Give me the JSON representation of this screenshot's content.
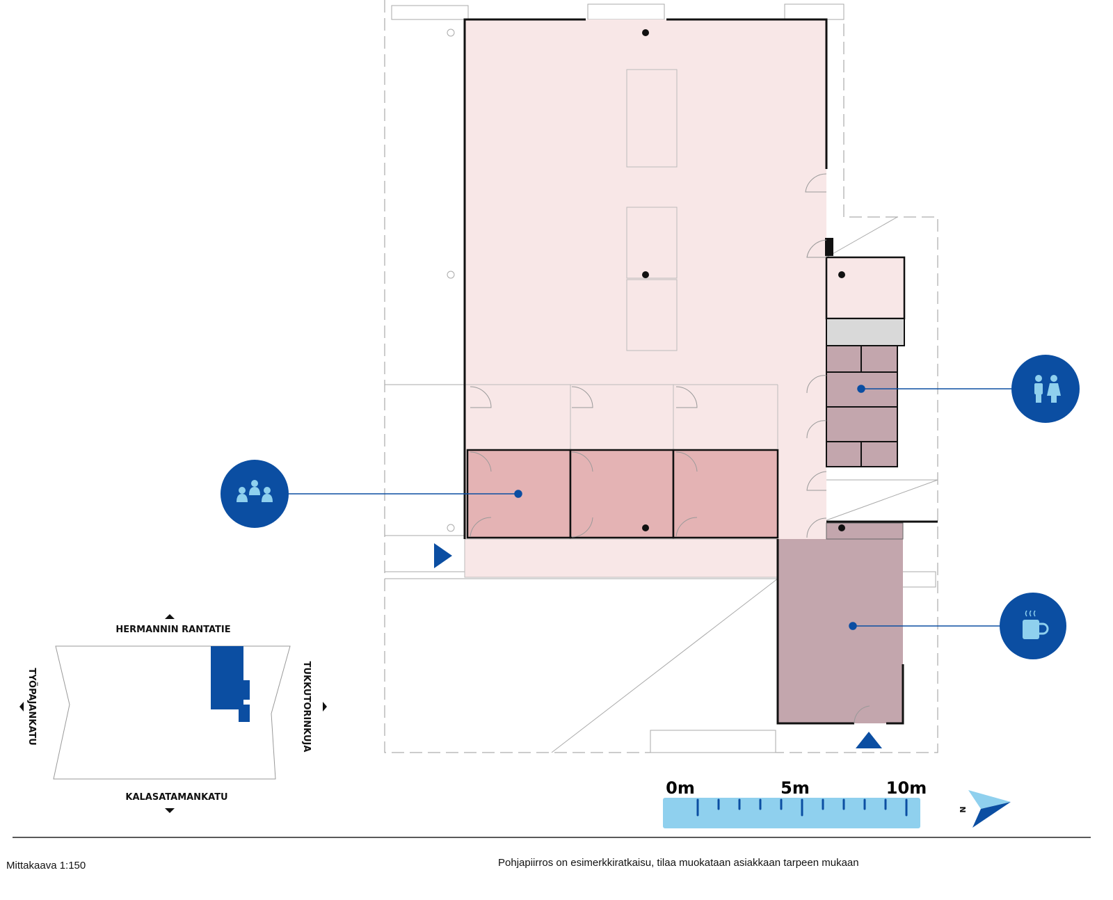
{
  "colors": {
    "hall": "#f8e7e7",
    "meeting": "#e4b3b4",
    "service": "#c3a6ad",
    "storage": "#d9d9d9",
    "accent": "#0b4ea2",
    "scale_fill": "#8fd0ee"
  },
  "markers": [
    {
      "icon": "meeting-people-icon"
    },
    {
      "icon": "restroom-icon"
    },
    {
      "icon": "coffee-cup-icon"
    }
  ],
  "site_map": {
    "north_street": "HERMANNIN RANTATIE",
    "south_street": "KALASATAMANKATU",
    "west_street": "TYÖPAJANKATU",
    "east_street": "TUKKUTORINKUJA"
  },
  "scale_bar": {
    "labels": [
      "0m",
      "5m",
      "10m"
    ],
    "max_m": 10
  },
  "north_label": "N",
  "footer": {
    "scale_text": "Mittakaava 1:150",
    "note": "Pohjapiirros on esimerkkiratkaisu, tilaa muokataan asiakkaan tarpeen mukaan"
  }
}
